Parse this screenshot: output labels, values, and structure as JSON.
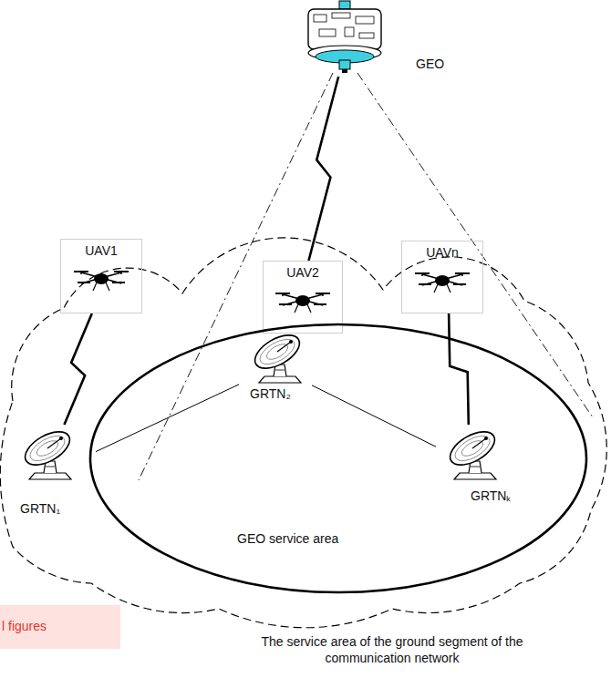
{
  "diagram": {
    "caption": "The service area of the ground segment of the communication network",
    "nodes": [
      {
        "text": [
          "GEO"
        ]
      },
      {
        "text": [
          "UAV1"
        ]
      },
      {
        "text": [
          "UAV2"
        ]
      },
      {
        "text": [
          "UAVn"
        ]
      },
      {
        "text": [
          "GEO service area"
        ]
      },
      {
        "text": [
          "GRTN₁"
        ]
      },
      {
        "text": [
          "GRTN₂"
        ],
        "in": 4
      },
      {
        "text": [
          "GRTNₖ"
        ],
        "in": 4
      },
      {
        "text": [
          "l figures"
        ]
      }
    ],
    "edges": [
      {
        "from": 0,
        "to": 2,
        "arrow": "none"
      },
      {
        "from": 1,
        "to": 5,
        "arrow": "none"
      },
      {
        "from": 3,
        "to": 7,
        "arrow": "none"
      },
      {
        "from": 5,
        "to": 6,
        "arrow": "none"
      },
      {
        "from": 6,
        "to": 7,
        "arrow": "none"
      }
    ]
  }
}
